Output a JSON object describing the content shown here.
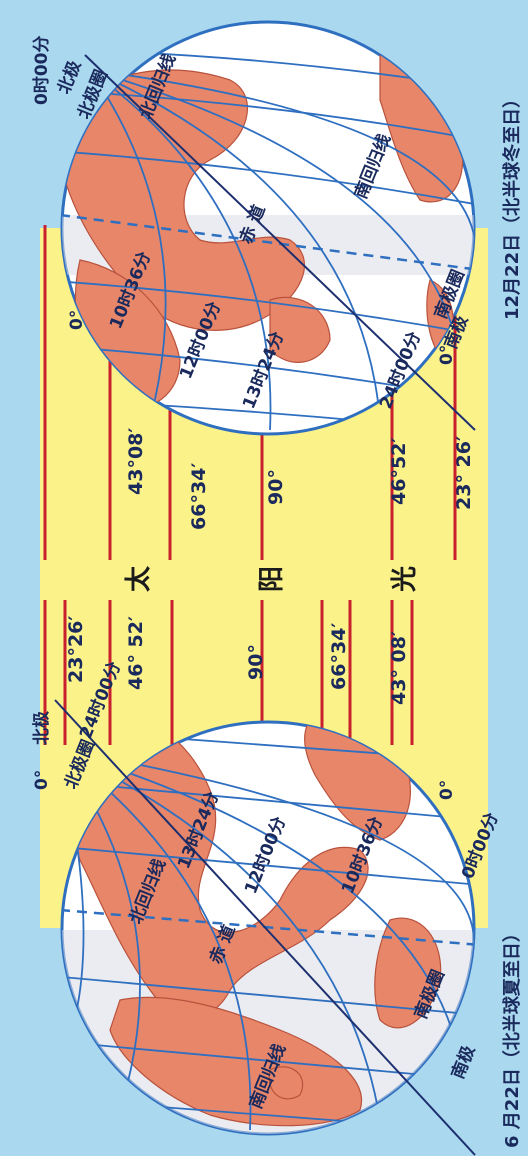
{
  "sun_label": [
    "太",
    "阳",
    "光"
  ],
  "caption_left": "6 月22日（北半球夏至日）",
  "caption_right": "12月22日（北半球冬至日）",
  "june": {
    "north_pole": "北极",
    "south_pole": "南极",
    "arctic": "北极圈",
    "antarctic": "南极圈",
    "tropic_cancer": "北回归线",
    "tropic_capricorn": "南回归线",
    "equator": "赤  道",
    "deg0_top": "0°",
    "deg0_bottom": "0°",
    "time_arctic": "24时00分",
    "time_tc": "13时24分",
    "time_eq": "12时00分",
    "time_tcap": "10时36分",
    "time_antarctic": "0时00分",
    "angles": [
      "23°26′",
      "46° 52′",
      "90°",
      "66°34′",
      "43° 08′"
    ]
  },
  "december": {
    "north_pole": "北极",
    "south_pole": "南极",
    "arctic": "北极圈",
    "antarctic": "南极圈",
    "tropic_cancer": "北回归线",
    "tropic_capricorn": "南回归线",
    "equator": "赤  道",
    "deg0_top": "0°",
    "deg0_bottom": "0°",
    "time_top": "0时00分",
    "time_tc": "10时36分",
    "time_eq": "12时00分",
    "time_tcap": "13时24分",
    "time_antarctic": "24时00分",
    "angles": [
      "43°08′",
      "66°34′",
      "90°",
      "46°52′",
      "23° 26′"
    ]
  },
  "colors": {
    "background": "#a9d8ef",
    "sunlight": "#fbf28a",
    "ray": "#c8202e",
    "land": "#e8866a",
    "ocean": "#ffffff",
    "grid": "#2f6fc0"
  }
}
